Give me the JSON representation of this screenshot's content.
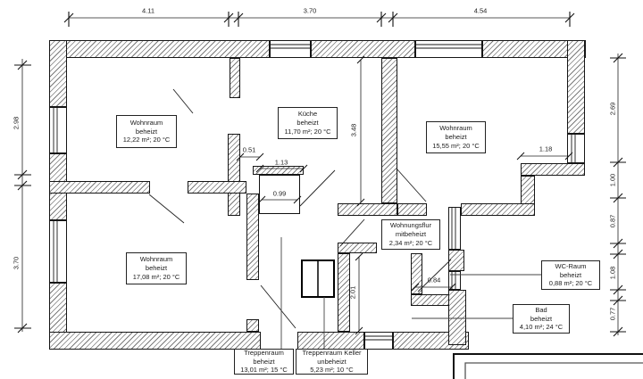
{
  "rooms": {
    "wohnraum_tl": {
      "line1": "Wohnraum",
      "line2": "beheizt",
      "line3": "12,22 m²; 20 °C"
    },
    "kueche": {
      "line1": "Küche",
      "line2": "beheizt",
      "line3": "11,70 m²; 20 °C"
    },
    "wohnraum_tr": {
      "line1": "Wohnraum",
      "line2": "beheizt",
      "line3": "15,55 m²; 20 °C"
    },
    "wohnraum_bl": {
      "line1": "Wohnraum",
      "line2": "beheizt",
      "line3": "17,08 m²; 20 °C"
    },
    "flur": {
      "line1": "Wohnungsflur",
      "line2": "mitbeheizt",
      "line3": "2,34 m²; 20 °C"
    },
    "wc": {
      "line1": "WC-Raum",
      "line2": "beheizt",
      "line3": "0,88 m²; 20 °C"
    },
    "bad": {
      "line1": "Bad",
      "line2": "beheizt",
      "line3": "4,10 m²; 24 °C"
    },
    "treppenraum": {
      "line1": "Treppenraum",
      "line2": "beheizt",
      "line3": "13,01 m²; 15 °C"
    },
    "treppenraum_keller": {
      "line1": "Treppenraum Keller",
      "line2": "unbeheizt",
      "line3": "5,23 m²; 10 °C"
    }
  },
  "dimensions": {
    "top_1": "4.11",
    "top_2": "3.70",
    "top_3": "4.54",
    "left_1": "2.98",
    "left_2": "3.70",
    "right_1": "2.69",
    "right_2": "1.00",
    "right_3": "0.87",
    "right_4": "1.08",
    "right_5": "0.77",
    "d_051": "0.51",
    "d_113": "1.13",
    "d_099": "0.99",
    "d_348": "3.48",
    "d_201": "2.01",
    "d_084": "0.84",
    "d_118": "1.18"
  },
  "colors": {
    "line": "#161616",
    "hatch": "#7a7a7a",
    "leader": "#444444"
  }
}
